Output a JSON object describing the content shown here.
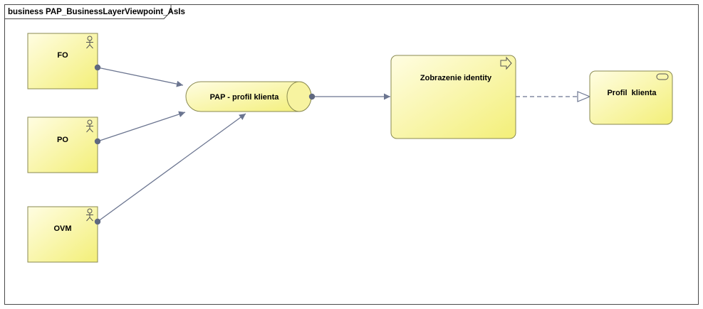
{
  "diagram": {
    "frame_title": "business PAP_BusinessLayerViewpoint_AsIs",
    "actors": [
      {
        "label": "FO"
      },
      {
        "label": "PO"
      },
      {
        "label": "OVM"
      }
    ],
    "service": {
      "label": "PAP - profil klienta"
    },
    "process": {
      "label": "Zobrazenie identity"
    },
    "object": {
      "label": "Profil  klienta"
    }
  },
  "colors": {
    "fill_light": "#fffde0",
    "fill_dark": "#f4f07a",
    "border": "#8a8a50",
    "connector": "#6b7590"
  }
}
